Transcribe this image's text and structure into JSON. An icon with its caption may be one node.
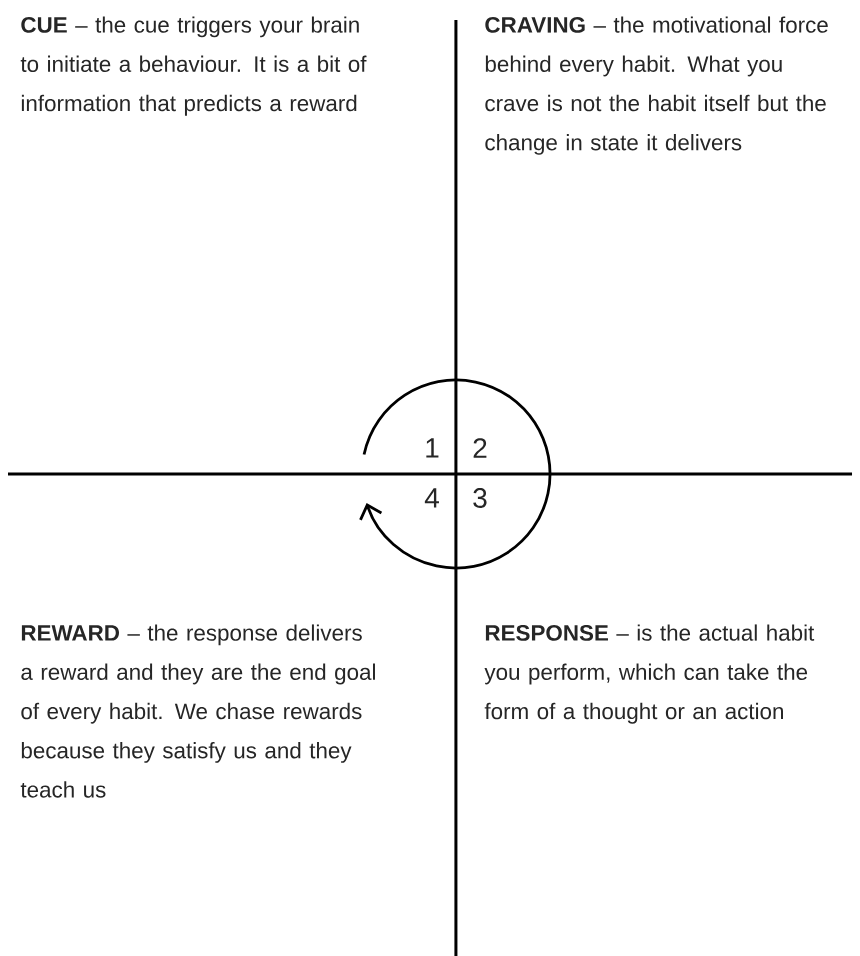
{
  "diagram": {
    "nodes": [
      {
        "text": [
          "**CUE** – the cue triggers your brain to initiate a behaviour. It is a bit of information that predicts a reward"
        ]
      },
      {
        "text": [
          "**CRAVING** – the motivational force behind every habit. What you crave is not the habit itself but the change in state it delivers"
        ]
      },
      {
        "text": [
          "**REWARD** – the response delivers a reward and they are the end goal of every habit. We chase rewards because they satisfy us and they teach us"
        ]
      },
      {
        "text": [
          "**RESPONSE** – is the actual habit you perform, which can take the form of a thought or an action"
        ]
      }
    ],
    "edges": [],
    "labels": [
      "1",
      "2",
      "4",
      "3"
    ]
  }
}
